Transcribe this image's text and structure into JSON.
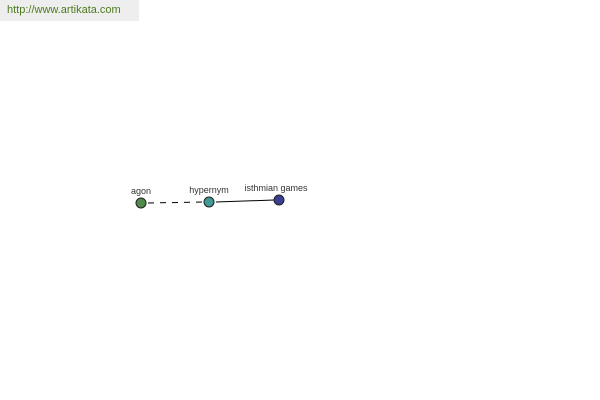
{
  "watermark": {
    "url": "http://www.artikata.com"
  },
  "graph": {
    "nodes": [
      {
        "id": "agon",
        "label": "agon",
        "color": "#4f8a4a"
      },
      {
        "id": "hypernym",
        "label": "hypernym",
        "color": "#3f9a96"
      },
      {
        "id": "isthmian",
        "label": "isthmian games",
        "color": "#3a3f94"
      }
    ],
    "edges": [
      {
        "from": "agon",
        "to": "hypernym",
        "style": "dashed"
      },
      {
        "from": "hypernym",
        "to": "isthmian",
        "style": "solid"
      }
    ]
  }
}
